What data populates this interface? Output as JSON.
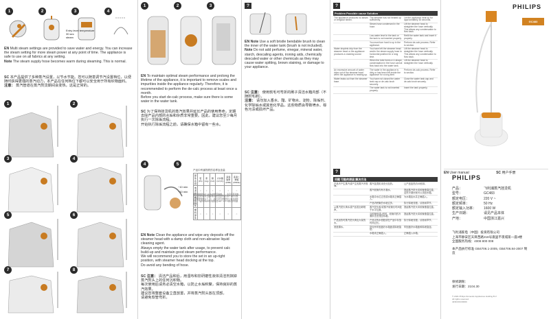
{
  "panel1": {
    "steps": [
      "1",
      "2",
      "3",
      "4"
    ],
    "caption": "Entry level temperature\n30 sec\nsteam",
    "en_label": "EN",
    "en_text": "Multi steam settings are provided to save water and energy. You can increase the steam setting for more steam power at any point of time. The appliance is safe to use on all fabrics at any setting.",
    "en_note_label": "Note",
    "en_note": "The steam supply hose becomes warm during steaming. This is normal.",
    "sc_label": "SC",
    "sc_text": "本产品提供了多种蒸汽设置，以节水节能。您可以随意调节汽设置档位，以便随时获得更强的蒸汽动力，本产品在任何档位下都可以安全用于所有织物面料。",
    "sc_note_label": "注意：",
    "sc_note": "蒸汽管道在蒸汽熨烫期间会变热，这是正常的。",
    "lower_steps": [
      "1",
      "2",
      "3",
      "4",
      "5",
      "6",
      "7",
      "8"
    ]
  },
  "panel2": {
    "steps": [
      "1",
      "2",
      "3",
      "4",
      "5"
    ],
    "en_label": "EN",
    "en_text": "To maintain optimal steam performance and prolong the lifetime of the appliance, it is important to remove scales and impurities inside the appliance regularly. Therefore, it is recommended to perform the de-calc process at least once a month.",
    "en_text2": "Before you start de-calc process, make sure there is some water in the water tank.",
    "sc_label": "SC",
    "sc_text": "为了保持挂烫机的蒸汽效果并延长产品的使用寿命，定期去除产品内部的水垢和杂质非常重要。因此，建议您至少每月执行一次除垢流程。",
    "sc_text2": "开始执行除垢流程之前，请确保水箱中留有一些水。",
    "timer_1": "~10 min",
    "timer_2": "~10 min",
    "en_note_label": "Note",
    "en_note": "Clean the appliance and wipe any deposits off the steamer head with a damp cloth and non-abrasive liquid cleaning agent.",
    "en_note2": "Always empty the water tank after usage, to prevent calc build-up and maintain good steam performance.",
    "en_note3": "We will recommend you to store the set in an up-right position, with steamer head docking at the top.",
    "en_note4": "Do avoid any bending of hose.",
    "sc_note_label": "注意：",
    "sc_note": "清洁产品和后，用湿布和非研磨性液体清洁剂抹掉蒸汽熨头上的任何沉积物。",
    "sc_note2": "每次使用后请务必清空水箱，以防止水垢积聚，保持良好的蒸汽效果。",
    "sc_note3": "建议您将整套设备立直放置，并将蒸汽熨头放在顶部。",
    "sc_note4": "请避免软管弯折。",
    "table_title": "产品中有害物质的名称及含量",
    "table_headers": [
      "部件名称",
      "铅(Pb)",
      "汞(Hg)",
      "镉(Cd)",
      "六价铬(Cr(VI))",
      "多溴联苯(PBB)",
      "多溴二苯醚(PBDE)"
    ],
    "table_rows": [
      [
        "电源线",
        "○",
        "○",
        "○",
        "○",
        "○",
        "○"
      ],
      [
        "电子元件",
        "×",
        "○",
        "○",
        "○",
        "○",
        "○"
      ],
      [
        "塑料部件",
        "○",
        "○",
        "○",
        "○",
        "○",
        "○"
      ]
    ],
    "table_note": "本表格依据SJ/T 11364的规定编制。○：表示该有害物质在该部件所有均质材料中的含量均在GB/T 26572规定的限量要求以下。×：表示该有害物质至少在该部件的某一均质材料中的含量超出GB/T 26572规定的限量要求。"
  },
  "panel3": {
    "q_mark": "?",
    "en_label": "EN",
    "en_note_label": "Note",
    "en_text": "Use a soft bristle bendable brush to clean the inner of the water tank (brush is not included).",
    "en_note2_label": "Note",
    "en_text2": "Do not add perfume, vinegar, mineral water, starch, descaling agents, ironing aids, chemically descaled water or other chemicals as they may cause water spitting, brown staining, or damage to your appliance.",
    "sc_label": "SC",
    "sc_note_label": "注意：",
    "sc_text": "使用软毛可弯折的刷子清洁水箱内部（不随附毛刷）。",
    "sc_note2_label": "注意：",
    "sc_text2": "请勿加入香水、醋、矿物水、淀粉、除垢剂、化学除垢水或其他化学品，这些物质会导致喷水、棕色污渍或损坏产品。"
  },
  "panel4": {
    "q_mark": "?",
    "title": "Problem Possible cause Solution",
    "rows": [
      [
        "The appliance produces no steam or irregular steam.",
        "The steamer has not heated up sufficiently.",
        "Let the appliance heat up for approximately 45 seconds."
      ],
      [
        "",
        "Steam hose condensed in the hose.",
        "Lift the steamer head to straighten the hose vertically. This allows any condensation to flow back."
      ],
      [
        "",
        "Low water level in the tank or the tank is not inserted properly.",
        "Refill the water tank and insert it properly."
      ],
      [
        "",
        "You must turn hard to up in the appliance.",
        "Perform de-calc process. Refer to section."
      ],
      [
        "Water droplets drip from the steamer head or the appliance produces a cracking sound.",
        "You have left the steamer head and/or the steam supply hose in horizontal position for a long time.",
        "Lift the steamer head to straighten the hose vertically. This allows any condensation to flow back."
      ],
      [
        "",
        "When the tube forms a U-shape, condensation in the hose cannot flow back into the water tank.",
        "Lift the steamer head to straighten the hose vertically."
      ],
      [
        "An excessive amount of water drips out of the steamer head when the appliance is heating up.",
        "The water in the appliance is dirty or has been left inside the appliance for a long time.",
        "Perform de-calc process. Refer to section."
      ],
      [
        "Water leaks out from the steamer base.",
        "You have not closed the water tank cap or de-calc knob securely.",
        "Close the water tank cap and de-calc knob securely."
      ],
      [
        "",
        "The water tank is not inserted properly.",
        "Insert the tank properly."
      ]
    ],
    "q_mark2": "?",
    "cn_title": "问题 可能的原因 解决方法",
    "cn_rows": [
      [
        "产品不产生蒸汽或产生的蒸汽不规律。",
        "蒸汽挂烫机未充分加热。",
        "让产品加热约45秒钟。"
      ],
      [
        "",
        "蒸汽软管内有冷凝水。",
        "提起蒸汽熨头将软管垂直拉直，这样冷凝水就可以流回水箱。"
      ],
      [
        "",
        "水箱中水位过低或水箱未正确插入。",
        "为水箱加水并正确插入。"
      ],
      [
        "",
        "产品内积聚的水垢过多。",
        "执行除垢流程。请参阅章节。"
      ],
      [
        "从蒸汽熨头滴水或产品发出噼啪声。",
        "蒸汽熨头和/或蒸汽软管长时间处于水平位置。",
        "提起蒸汽熨头将软管垂直拉直。"
      ],
      [
        "",
        "当软管形成U形时，软管内的冷凝水无法流回水箱。",
        "提起蒸汽熨头将软管垂直拉直。"
      ],
      [
        "产品加热时蒸汽熨头滴出大量的水。",
        "产品中的水很脏或在产品中存放时间过长。",
        "执行除垢流程。请参阅章节。"
      ],
      [
        "底座漏水。",
        "您没有牢固盖好水箱盖或除垢旋钮。",
        "牢固盖好水箱盖和除垢旋钮。"
      ],
      [
        "",
        "水箱未正确插入。",
        "正确插入水箱。"
      ]
    ]
  },
  "panel5": {
    "brand": "PHILIPS",
    "model_badge": "GC483",
    "en_label": "EN",
    "en_manual": "User manual",
    "sc_label": "SC",
    "sc_manual": "用户手册",
    "brand2": "PHILIPS",
    "specs": [
      [
        "产品：",
        "飞利浦蒸汽挂烫机"
      ],
      [
        "型号：",
        "GC483"
      ],
      [
        "额定电压：",
        "220 V ~"
      ],
      [
        "额定频率：",
        "50 Hz"
      ],
      [
        "额定输入功率：",
        "1600 W"
      ],
      [
        "生产日期：",
        "请见产品本体"
      ],
      [
        "产地：",
        "中国浙江嘉兴"
      ]
    ],
    "address": "飞利浦家电（中国）投资有限公司\n上海市静安区天目西路218号嘉里不夜城第一座3楼\n全国服务热线：4008 800 008",
    "standard": "本产品执行标准 GB4706.1-2005, GB4706.84-2007 制造",
    "warranty": "保修期限：",
    "date": "发行日期：2104.30",
    "copyright": "© 2021 Philips Domestic Appliances Holding B.V.\nAll rights reserved.\n4239.000.00000"
  }
}
